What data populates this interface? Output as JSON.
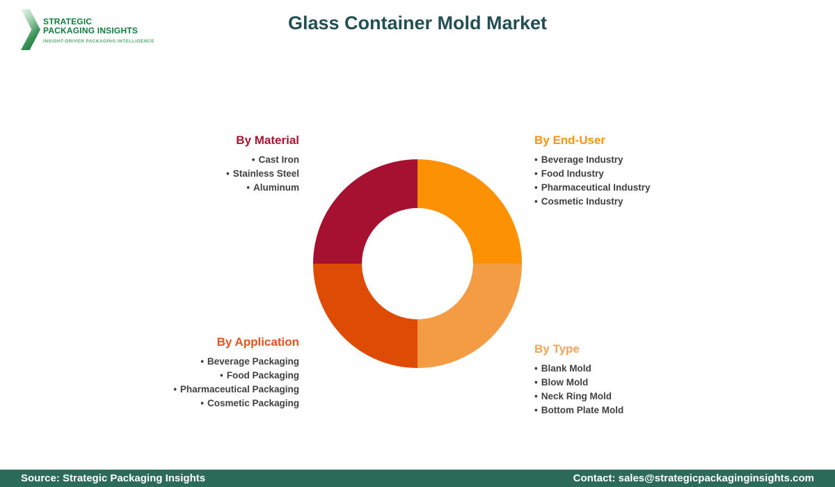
{
  "header": {
    "title": "Glass Container Mold Market",
    "title_color": "#234e53",
    "logo": {
      "name": "STRATEGIC\nPACKAGING INSIGHTS",
      "tagline": "INSIGHT-DRIVEN PACKAGING INTELLIGENCE",
      "name_color": "#0f7b3c",
      "tagline_color": "#52a96a",
      "chevron_color": "#0e6f35"
    }
  },
  "segments": [
    {
      "id": "material",
      "title": "By Material",
      "color": "#a81430",
      "align": "right",
      "items": [
        "Cast Iron",
        "Stainless Steel",
        "Aluminum"
      ]
    },
    {
      "id": "end-user",
      "title": "By End-User",
      "color": "#f89313",
      "align": "left",
      "items": [
        "Beverage Industry",
        "Food Industry",
        "Pharmaceutical Industry",
        "Cosmetic Industry"
      ]
    },
    {
      "id": "application",
      "title": "By Application",
      "color": "#e5521c",
      "align": "right",
      "items": [
        "Beverage Packaging",
        "Food Packaging",
        "Pharmaceutical Packaging",
        "Cosmetic Packaging"
      ]
    },
    {
      "id": "type",
      "title": "By Type",
      "color": "#f4a44e",
      "align": "left",
      "items": [
        "Blank Mold",
        "Blow Mold",
        "Neck Ring Mold",
        "Bottom Plate Mold"
      ]
    }
  ],
  "chart_data": {
    "type": "pie",
    "subtype": "donut",
    "title": "Glass Container Mold Market",
    "start_angle_deg": -90,
    "direction": "clockwise",
    "outer_radius_px": 150,
    "inner_radius_ratio": 0.533,
    "slices": [
      {
        "label": "By End-User",
        "value": 25,
        "color": "#fc9103",
        "position": "top-right"
      },
      {
        "label": "By Type",
        "value": 25,
        "color": "#f49c44",
        "position": "bottom-right"
      },
      {
        "label": "By Application",
        "value": 25,
        "color": "#de4b04",
        "position": "bottom-left"
      },
      {
        "label": "By Material",
        "value": 25,
        "color": "#a61031",
        "position": "top-left"
      }
    ]
  },
  "footer": {
    "background": "#2b6b57",
    "source": "Source: Strategic Packaging Insights",
    "contact": "Contact: sales@strategicpackaginginsights.com",
    "text_color": "#ffffff"
  }
}
